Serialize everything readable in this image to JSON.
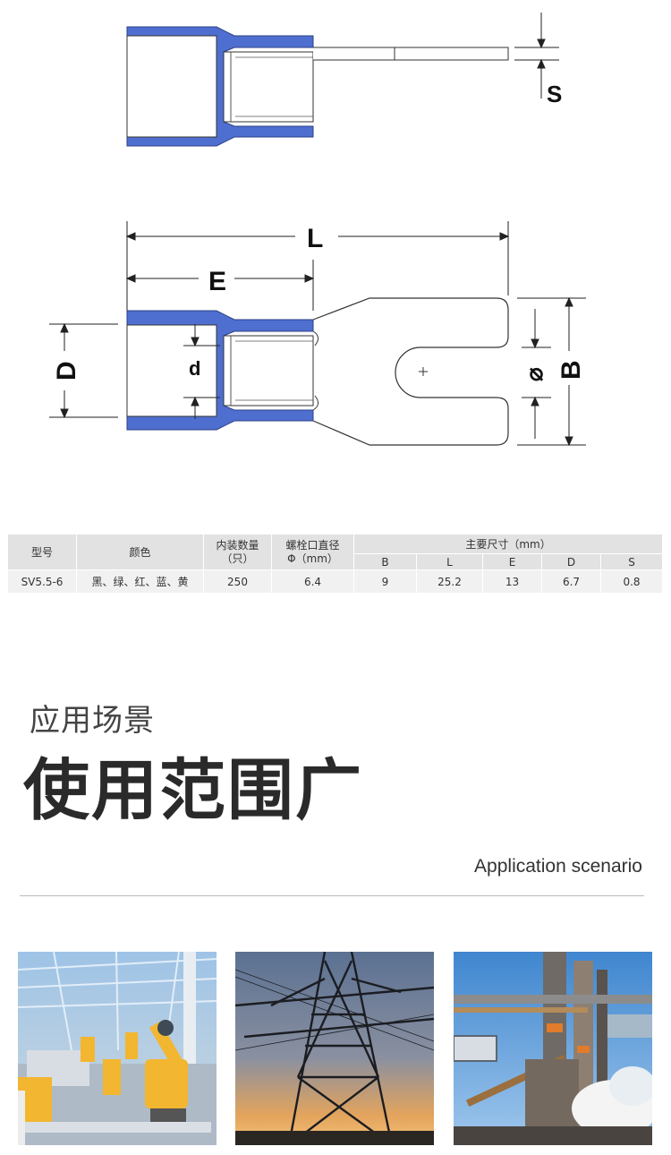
{
  "diagram": {
    "labels": {
      "S": "S",
      "L": "L",
      "E": "E",
      "D": "D",
      "d": "d",
      "phi": "⌀",
      "B": "B"
    },
    "colors": {
      "insulation": "#4f6fd0",
      "outline": "#333333"
    }
  },
  "spec_table": {
    "headers": {
      "model": "型号",
      "color": "颜色",
      "qty": "内装数量（只）",
      "bolt": "螺栓口直径 Φ（mm）",
      "dims": "主要尺寸（mm）"
    },
    "dim_columns": [
      "B",
      "L",
      "E",
      "D",
      "S"
    ],
    "rows": [
      {
        "model": "SV5.5-6",
        "color": "黑、绿、红、蓝、黄",
        "qty": "250",
        "bolt": "6.4",
        "B": "9",
        "L": "25.2",
        "E": "13",
        "D": "6.7",
        "S": "0.8"
      }
    ]
  },
  "section": {
    "subtitle": "应用场景",
    "title": "使用范围广",
    "english": "Application scenario"
  },
  "photos": [
    {
      "subject": "industrial-robot-factory-photo"
    },
    {
      "subject": "power-transmission-tower-photo"
    },
    {
      "subject": "steel-plant-industrial-photo"
    }
  ]
}
